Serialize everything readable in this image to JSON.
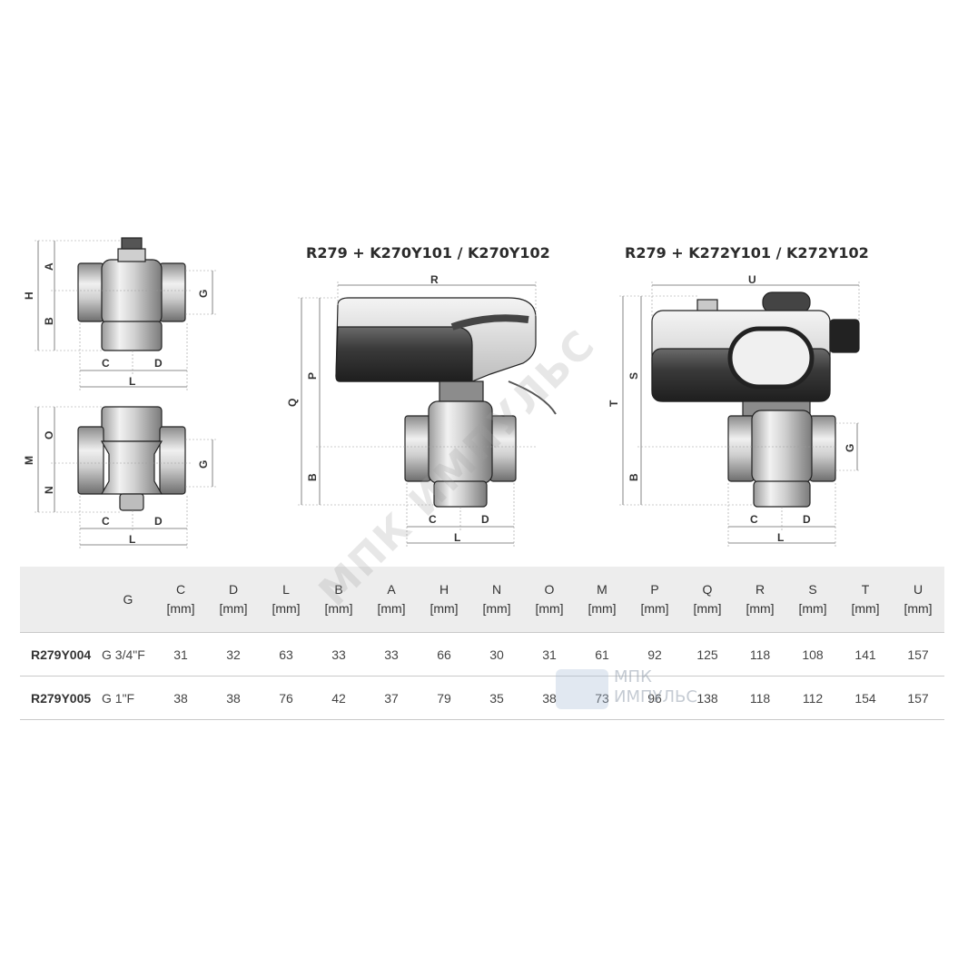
{
  "drawings": {
    "title_k270": "R279 + K270Y101 / K270Y102",
    "title_k272": "R279 + K272Y101 / K272Y102",
    "labels": {
      "A": "A",
      "B": "B",
      "C": "C",
      "D": "D",
      "G": "G",
      "H": "H",
      "L": "L",
      "M": "M",
      "N": "N",
      "O": "O",
      "P": "P",
      "Q": "Q",
      "R": "R",
      "S": "S",
      "T": "T",
      "U": "U"
    }
  },
  "watermark": {
    "diagonal": "МПК ИМПУЛЬС",
    "logo_line1": "МПК",
    "logo_line2": "ИМПУЛЬС"
  },
  "table": {
    "headers": [
      {
        "name": "",
        "unit": ""
      },
      {
        "name": "G",
        "unit": ""
      },
      {
        "name": "C",
        "unit": "[mm]"
      },
      {
        "name": "D",
        "unit": "[mm]"
      },
      {
        "name": "L",
        "unit": "[mm]"
      },
      {
        "name": "B",
        "unit": "[mm]"
      },
      {
        "name": "A",
        "unit": "[mm]"
      },
      {
        "name": "H",
        "unit": "[mm]"
      },
      {
        "name": "N",
        "unit": "[mm]"
      },
      {
        "name": "O",
        "unit": "[mm]"
      },
      {
        "name": "M",
        "unit": "[mm]"
      },
      {
        "name": "P",
        "unit": "[mm]"
      },
      {
        "name": "Q",
        "unit": "[mm]"
      },
      {
        "name": "R",
        "unit": "[mm]"
      },
      {
        "name": "S",
        "unit": "[mm]"
      },
      {
        "name": "T",
        "unit": "[mm]"
      },
      {
        "name": "U",
        "unit": "[mm]"
      }
    ],
    "rows": [
      [
        "R279Y004",
        "G 3/4\"F",
        "31",
        "32",
        "63",
        "33",
        "33",
        "66",
        "30",
        "31",
        "61",
        "92",
        "125",
        "118",
        "108",
        "141",
        "157"
      ],
      [
        "R279Y005",
        "G 1\"F",
        "38",
        "38",
        "76",
        "42",
        "37",
        "79",
        "35",
        "38",
        "73",
        "96",
        "138",
        "118",
        "112",
        "154",
        "157"
      ]
    ]
  }
}
